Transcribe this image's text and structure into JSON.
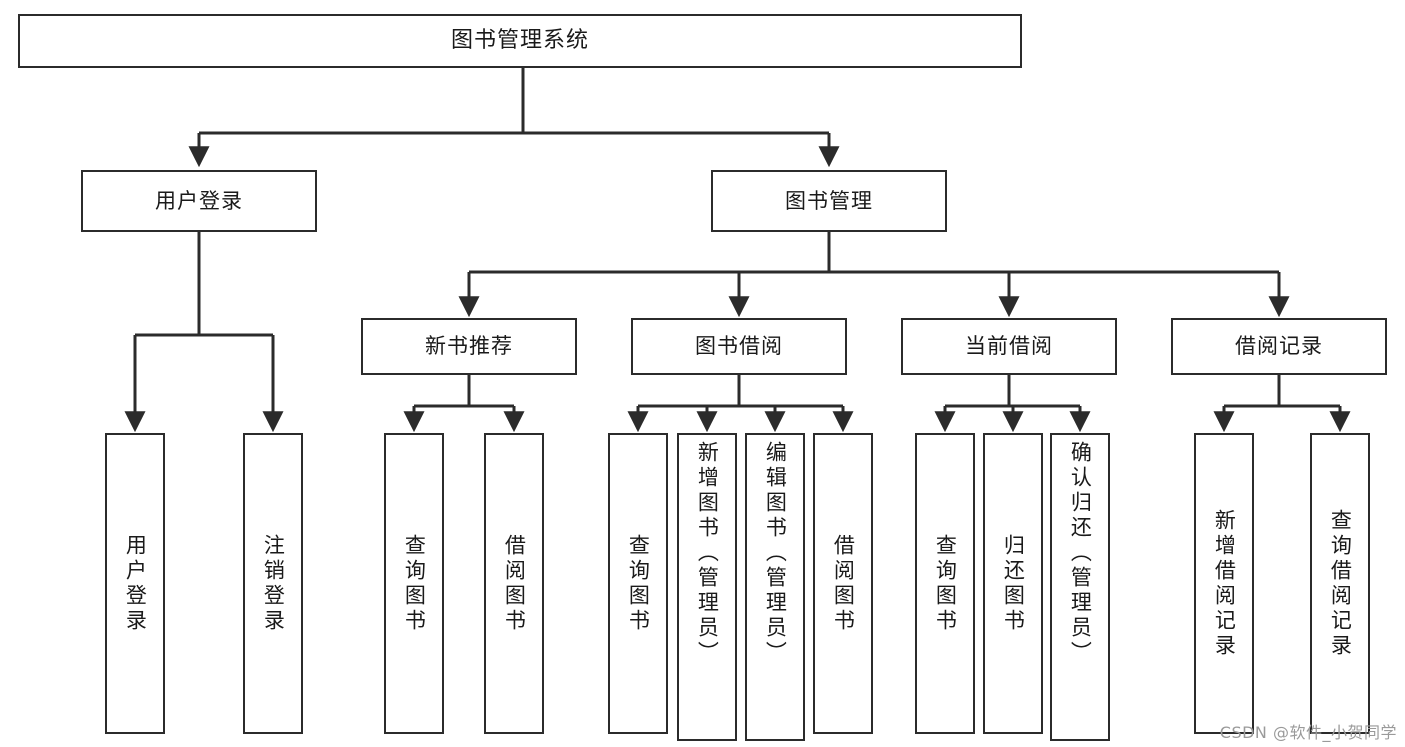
{
  "diagram": {
    "title": "图书管理系统",
    "type": "tree",
    "watermark": "CSDN @软件_小贺同学",
    "colors": {
      "box_border": "#2b2b2b",
      "box_fill": "#ffffff",
      "connector": "#2b2b2b",
      "text": "#1a1a1a",
      "watermark": "#9a9a9a"
    },
    "nodes": {
      "root": {
        "label": "图书管理系统",
        "level": 0
      },
      "branch_user_login": {
        "label": "用户登录",
        "level": 1
      },
      "branch_book_manage": {
        "label": "图书管理",
        "level": 1
      },
      "group_new_book": {
        "label": "新书推荐",
        "level": 2
      },
      "group_borrow": {
        "label": "图书借阅",
        "level": 2
      },
      "group_current": {
        "label": "当前借阅",
        "level": 2
      },
      "group_record": {
        "label": "借阅记录",
        "level": 2
      },
      "leaf_user_login": {
        "label": "用户登录",
        "level": 2
      },
      "leaf_user_logout": {
        "label": "注销登录",
        "level": 2
      },
      "leaf_new_query": {
        "label": "查询图书",
        "level": 3
      },
      "leaf_new_borrow": {
        "label": "借阅图书",
        "level": 3
      },
      "leaf_borrow_query": {
        "label": "查询图书",
        "level": 3
      },
      "leaf_borrow_add": {
        "label": "新增图书（管理员）",
        "level": 3
      },
      "leaf_borrow_edit": {
        "label": "编辑图书（管理员）",
        "level": 3
      },
      "leaf_borrow_do": {
        "label": "借阅图书",
        "level": 3
      },
      "leaf_current_query": {
        "label": "查询图书",
        "level": 3
      },
      "leaf_current_return": {
        "label": "归还图书",
        "level": 3
      },
      "leaf_current_confirm": {
        "label": "确认归还（管理员）",
        "level": 3
      },
      "leaf_record_add": {
        "label": "新增借阅记录",
        "level": 3
      },
      "leaf_record_query": {
        "label": "查询借阅记录",
        "level": 3
      }
    },
    "edges": [
      {
        "from": "root",
        "to": "branch_user_login"
      },
      {
        "from": "root",
        "to": "branch_book_manage"
      },
      {
        "from": "branch_user_login",
        "to": "leaf_user_login"
      },
      {
        "from": "branch_user_login",
        "to": "leaf_user_logout"
      },
      {
        "from": "branch_book_manage",
        "to": "group_new_book"
      },
      {
        "from": "branch_book_manage",
        "to": "group_borrow"
      },
      {
        "from": "branch_book_manage",
        "to": "group_current"
      },
      {
        "from": "branch_book_manage",
        "to": "group_record"
      },
      {
        "from": "group_new_book",
        "to": "leaf_new_query"
      },
      {
        "from": "group_new_book",
        "to": "leaf_new_borrow"
      },
      {
        "from": "group_borrow",
        "to": "leaf_borrow_query"
      },
      {
        "from": "group_borrow",
        "to": "leaf_borrow_add"
      },
      {
        "from": "group_borrow",
        "to": "leaf_borrow_edit"
      },
      {
        "from": "group_borrow",
        "to": "leaf_borrow_do"
      },
      {
        "from": "group_current",
        "to": "leaf_current_query"
      },
      {
        "from": "group_current",
        "to": "leaf_current_return"
      },
      {
        "from": "group_current",
        "to": "leaf_current_confirm"
      },
      {
        "from": "group_record",
        "to": "leaf_record_add"
      },
      {
        "from": "group_record",
        "to": "leaf_record_query"
      }
    ]
  }
}
